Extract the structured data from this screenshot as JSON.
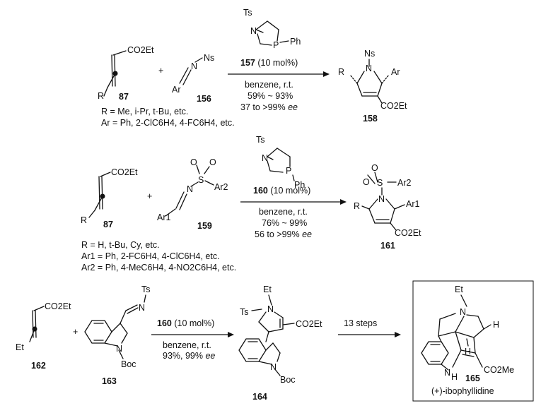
{
  "reaction1": {
    "allenoate_substituent": "CO2Et",
    "allenoate_label": "87",
    "R": "R",
    "imine_group": "Ns",
    "imine_aryl": "Ar",
    "imine_label": "156",
    "plus": "+",
    "catalyst_ts": "Ts",
    "catalyst_n": "N",
    "catalyst_p": "P",
    "catalyst_ph": "Ph",
    "catalyst_label": "157",
    "catalyst_loading": " (10 mol%)",
    "solvent": "benzene, r.t.",
    "yield": "59% ~ 93%",
    "ee_range": "37 to >99%",
    "ee_word": "ee",
    "scope_R": "R = Me, i-Pr, t-Bu, etc.",
    "scope_Ar": "Ar = Ph, 2-ClC6H4, 4-FC6H4, etc.",
    "product_ns": "Ns",
    "product_n": "N",
    "product_R": "R",
    "product_ar": "Ar",
    "product_ester": "CO2Et",
    "product_label": "158"
  },
  "reaction2": {
    "allenoate_substituent": "CO2Et",
    "allenoate_label": "87",
    "R": "R",
    "plus": "+",
    "sulfonyl_o1": "O",
    "sulfonyl_o2": "O",
    "sulfonyl_s": "S",
    "sulfonyl_ar": "Ar2",
    "imine_n": "N",
    "imine_aryl": "Ar1",
    "imine_label": "159",
    "catalyst_ts": "Ts",
    "catalyst_n": "N",
    "catalyst_p": "P",
    "catalyst_ph": "Ph",
    "catalyst_label": "160",
    "catalyst_loading": " (10 mol%)",
    "solvent": "benzene, r.t.",
    "yield": "76% ~ 99%",
    "ee_range": "56 to >99%",
    "ee_word": "ee",
    "scope_R": "R = H, t-Bu, Cy, etc.",
    "scope_Ar1": "Ar1 = Ph, 2-FC6H4, 4-ClC6H4, etc.",
    "scope_Ar2": "Ar2 = Ph, 4-MeC6H4, 4-NO2C6H4, etc.",
    "product_o1": "O",
    "product_s": "S",
    "product_o2": "O",
    "product_ar2": "Ar2",
    "product_n": "N",
    "product_R": "R",
    "product_ar1": "Ar1",
    "product_ester": "CO2Et",
    "product_label": "161"
  },
  "reaction3": {
    "allenoate_substituent": "CO2Et",
    "allenoate_et": "Et",
    "allenoate_label": "162",
    "plus": "+",
    "indole_ts": "Ts",
    "indole_imine_n": "N",
    "indole_n": "N",
    "indole_boc": "Boc",
    "indole_label": "163",
    "catalyst_label": "160",
    "catalyst_loading": " (10 mol%)",
    "solvent": "benzene, r.t.",
    "yield_ee": "93%, 99%",
    "ee_word": "ee",
    "product_et": "Et",
    "product_ts": "Ts",
    "product_n": "N",
    "product_ester": "CO2Et",
    "product_indole_n": "N",
    "product_boc": "Boc",
    "product_label": "164",
    "steps": "13 steps",
    "target_et": "Et",
    "target_n": "N",
    "target_h1": "H",
    "target_h2": "H",
    "target_nh": "N",
    "target_nh_h": "H",
    "target_ester": "CO2Me",
    "target_label": "165",
    "target_name": "(+)-ibophyllidine"
  }
}
